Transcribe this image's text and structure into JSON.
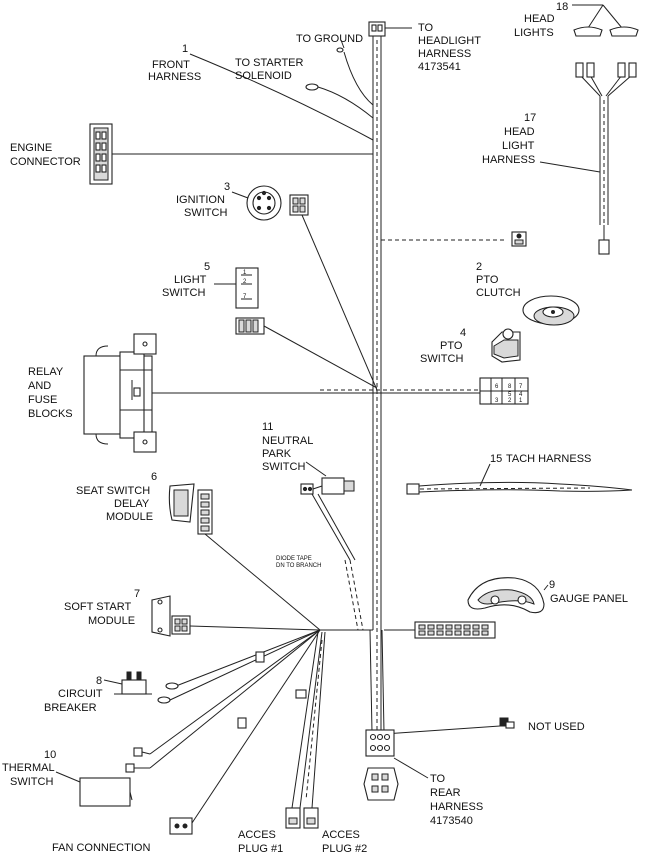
{
  "labels": {
    "front_harness": {
      "num": "1",
      "lines": [
        "FRONT",
        "HARNESS"
      ]
    },
    "to_starter": {
      "lines": [
        "TO STARTER",
        "SOLENOID"
      ]
    },
    "to_ground": {
      "lines": [
        "TO GROUND"
      ]
    },
    "to_headlight": {
      "lines": [
        "TO",
        "HEADLIGHT",
        "HARNESS",
        "4173541"
      ]
    },
    "head_lights": {
      "num": "18",
      "lines": [
        "HEAD",
        "LIGHTS"
      ]
    },
    "engine_connector": {
      "lines": [
        "ENGINE",
        "CONNECTOR"
      ]
    },
    "head_light_harness": {
      "num": "17",
      "lines": [
        "HEAD",
        "LIGHT",
        "HARNESS"
      ]
    },
    "ignition_switch": {
      "num": "3",
      "lines": [
        "IGNITION",
        "SWITCH"
      ]
    },
    "pto_clutch": {
      "num": "2",
      "lines": [
        "PTO",
        "CLUTCH"
      ]
    },
    "light_switch": {
      "num": "5",
      "lines": [
        "LIGHT",
        "SWITCH"
      ]
    },
    "pto_switch": {
      "num": "4",
      "lines": [
        "PTO",
        "SWITCH"
      ]
    },
    "relay_fuse": {
      "lines": [
        "RELAY",
        "AND",
        "FUSE",
        "BLOCKS"
      ]
    },
    "neutral_park": {
      "num": "11",
      "lines": [
        "NEUTRAL",
        "PARK",
        "SWITCH"
      ]
    },
    "tach_harness": {
      "num": "15",
      "lines": [
        "TACH HARNESS"
      ]
    },
    "seat_switch": {
      "num": "6",
      "lines": [
        "SEAT SWITCH",
        "DELAY",
        "MODULE"
      ]
    },
    "diode_tape": {
      "lines": [
        "DIODE TAPE",
        "DN TO BRANCH"
      ]
    },
    "gauge_panel": {
      "num": "9",
      "lines": [
        "GAUGE PANEL"
      ]
    },
    "soft_start": {
      "num": "7",
      "lines": [
        "SOFT START",
        "MODULE"
      ]
    },
    "circuit_breaker": {
      "num": "8",
      "lines": [
        "CIRCUIT",
        "BREAKER"
      ]
    },
    "not_used": {
      "lines": [
        "NOT USED"
      ]
    },
    "thermal_switch": {
      "num": "10",
      "lines": [
        "THERMAL",
        "SWITCH"
      ]
    },
    "to_rear": {
      "lines": [
        "TO",
        "REAR",
        "HARNESS",
        "4173540"
      ]
    },
    "fan_connection": {
      "lines": [
        "FAN CONNECTION"
      ]
    },
    "acces_plug_1": {
      "lines": [
        "ACCES",
        "PLUG #1"
      ]
    },
    "acces_plug_2": {
      "lines": [
        "ACCES",
        "PLUG #2"
      ]
    }
  },
  "light_switch_pins": [
    "1",
    "2",
    "7"
  ],
  "pto_connector_pins": [
    "6",
    "8",
    "7",
    "5",
    "4",
    "3",
    "2",
    "1"
  ],
  "colors": {
    "line": "#222222",
    "background": "#ffffff",
    "component_fill": "#d9d9d9"
  }
}
